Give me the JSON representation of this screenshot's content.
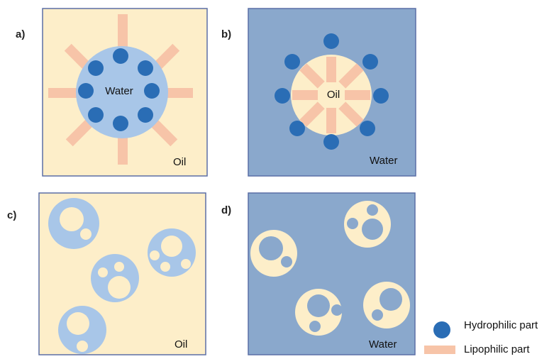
{
  "colors": {
    "oil": "#fdeec9",
    "water": "#8aa8cc",
    "water_light": "#a8c6e8",
    "hydrophilic": "#2a6db5",
    "lipophilic": "#f7c4a8",
    "border": "#5b6fa6"
  },
  "panels": {
    "a": {
      "label": "a)",
      "center": "Water",
      "medium": "Oil"
    },
    "b": {
      "label": "b)",
      "center": "Oil",
      "medium": "Water"
    },
    "c": {
      "label": "c)",
      "medium": "Oil"
    },
    "d": {
      "label": "d)",
      "medium": "Water"
    }
  },
  "legend": {
    "hydrophilic": "Hydrophilic part",
    "lipophilic": "Lipophilic part"
  }
}
